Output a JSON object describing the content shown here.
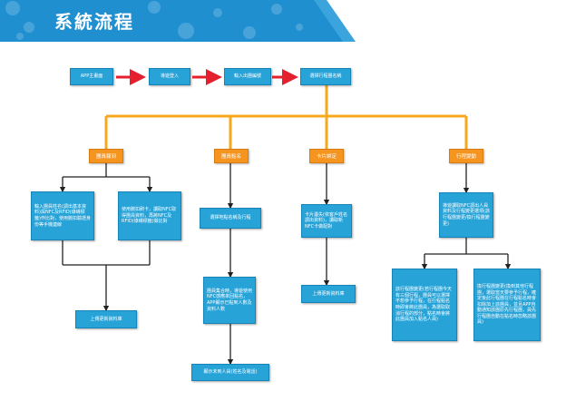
{
  "page": {
    "title": "系統流程"
  },
  "colors": {
    "header_blue": "#1f8fd0",
    "box_blue": "#28a3d8",
    "category_orange": "#f5941f",
    "arrow_red": "#e5202e",
    "bus_orange": "#f7a81e"
  },
  "flow": {
    "top_steps": [
      "APP主畫面",
      "導遊登入",
      "輸入出團編號",
      "選擇行程團名稱"
    ],
    "categories": [
      "團員報到",
      "團員點名",
      "卡片綁定",
      "行程變動"
    ],
    "checkin": {
      "step1": "輸入團員姓名(調出基本資料)與NFC及RFID(綠磚標籤)作比對，使用腕扣驗證身份等手機連線",
      "step2": "使用腕扣刷卡，讀取NFC取得團員資料，再將NFC及RFID(綠磚標籤)做比對",
      "result": "上傳更新資料庫"
    },
    "rollcall": {
      "step1": "選擇地點名稱及行程",
      "step2": "團員集合時，導遊使用NFC感應來回點名，APP顯示已點到人數及資料人數",
      "result": "顯示未到人員(姓名及電話)"
    },
    "card": {
      "step1": "卡片遺失(依客戶姓名調出資料)，讀取新NFC卡做配對",
      "result": "上傳更新資料庫"
    },
    "change": {
      "step1": "導遊讀取NFC調出人員資料及行程變更選項(該行程團變更/換行程團變更)",
      "sub1": "該行程團變更(若行程團今天有三個行程，團員可以選擇不想參予行程，在行程點名時即會將此團員，為選取取消行程的部分，點名時會將此團員加入點名人員)",
      "sub2": "換行程團變更(換到其他行程團，選取當天要參予行程，確定後此行程團在行程點名時會扣除加上該團員，並且APP自動通知該團原先行程團，員先行程團自動在點名時忽略該團員)"
    }
  }
}
